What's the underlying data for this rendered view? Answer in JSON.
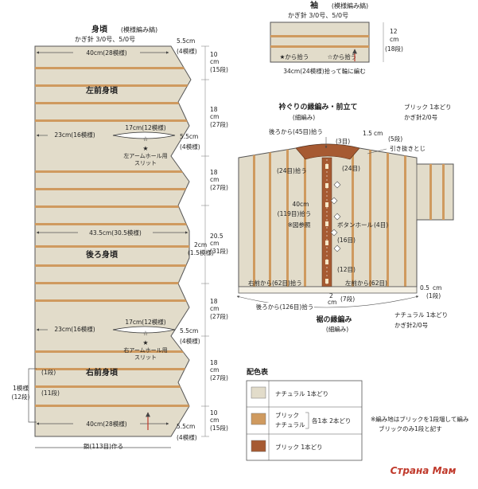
{
  "colors": {
    "natural": "#e2dcca",
    "brick": "#a65a32",
    "stripe": "#cf9a5f",
    "outline": "#555555"
  },
  "body_panel": {
    "title": "身頃",
    "stitch": "(模様編み縞)",
    "hook": "かぎ針 3/0号、5/0号",
    "left_front": "左前身頃",
    "back": "後ろ身頃",
    "right_front": "右前身頃",
    "w_top": "40cm(28模様)",
    "w_top_note": "5.5cm",
    "w_top_rows": "(4模様)",
    "h1": "10",
    "h1_cm": "cm",
    "h1_rows": "(15段)",
    "h2": "18",
    "h2_cm": "cm",
    "h2_rows": "(27段)",
    "w_arm1": "23cm(16模様)",
    "w_arm1b": "17cm(12模様)",
    "arm1_note": "5.5cm",
    "arm1_rows": "(4模様)",
    "arm1_label": "左アームホール用",
    "arm1_slit": "スリット",
    "h3": "18",
    "h3_cm": "cm",
    "h3_rows": "(27段)",
    "h4": "20.5",
    "h4_cm": "cm",
    "h4_rows": "(31段)",
    "w_back": "43.5cm(30.5模様)",
    "back_side": "2cm",
    "back_side_rows": "(1.5模様)",
    "h5": "18",
    "h5_cm": "cm",
    "h5_rows": "(27段)",
    "w_arm2": "23cm(16模様)",
    "w_arm2b": "17cm(12模様)",
    "arm2_note": "5.5cm",
    "arm2_rows": "(4模様)",
    "arm2_label": "右アームホール用",
    "arm2_slit": "スリット",
    "h6": "18",
    "h6_cm": "cm",
    "h6_rows": "(27段)",
    "h7": "10",
    "h7_cm": "cm",
    "h7_rows": "(15段)",
    "w_bottom": "40cm(28模様)",
    "w_bottom_note": "5.5cm",
    "w_bottom_rows": "(4模様)",
    "chain": "鎖(113目)作る",
    "row1": "(1段)",
    "row11": "(11段)",
    "side_block": "1模様",
    "side_block_rows": "(12段)"
  },
  "sleeve": {
    "title": "袖",
    "stitch": "(模様編み縞)",
    "hook": "かぎ針 3/0号、5/0号",
    "h": "12",
    "h_cm": "cm",
    "h_rows": "(18段)",
    "pick1": "★から拾う",
    "pick2": "☆から拾う",
    "bottom": "34cm(24模様)拾って輪に編む"
  },
  "collar": {
    "title": "衿ぐりの縁編み・前立て",
    "title_sub": "(細編み)",
    "yarn": "ブリック 1本どり",
    "hook": "かぎ針2/0号",
    "back_pick": "後ろから(45目)拾う",
    "d1": "1.5",
    "d1_cm": "cm",
    "d1_rows": "(5段)",
    "d3": "(3目)",
    "pull": "引き抜きとじ",
    "d24a": "(24目)拾う",
    "d24b": "(24目)",
    "front_h": "40cm",
    "front_pick": "(119目)拾う",
    "ref": "※図参照",
    "button": "ボタンホール",
    "d4": "(4目)",
    "d16": "(16目)",
    "d12": "(12目)",
    "right_pick": "右前から(62目)拾う",
    "left_pick": "左前から(62目)",
    "d2cm": "2",
    "d2cm_cm": "cm",
    "d7": "(7段)",
    "d05": "0.5",
    "d05_cm": "cm",
    "d1row": "(1段)",
    "hem_pick": "後ろから(126目)拾う",
    "hem_title": "裾の縁編み",
    "hem_stitch": "(細編み)",
    "hem_yarn": "ナチュラル 1本どり",
    "hem_hook": "かぎ針2/0号"
  },
  "legend": {
    "title": "配色表",
    "natural": "ナチュラル 1本どり",
    "mix1": "ブリック",
    "mix2": "ナチュラル",
    "mix_note": "各1本 2本どり",
    "brick": "ブリック 1本どり",
    "footnote1": "※編み地はブリックを1段増して編み",
    "footnote2": "ブリックのみ1段と記す",
    "watermark": "Страна Мам"
  }
}
